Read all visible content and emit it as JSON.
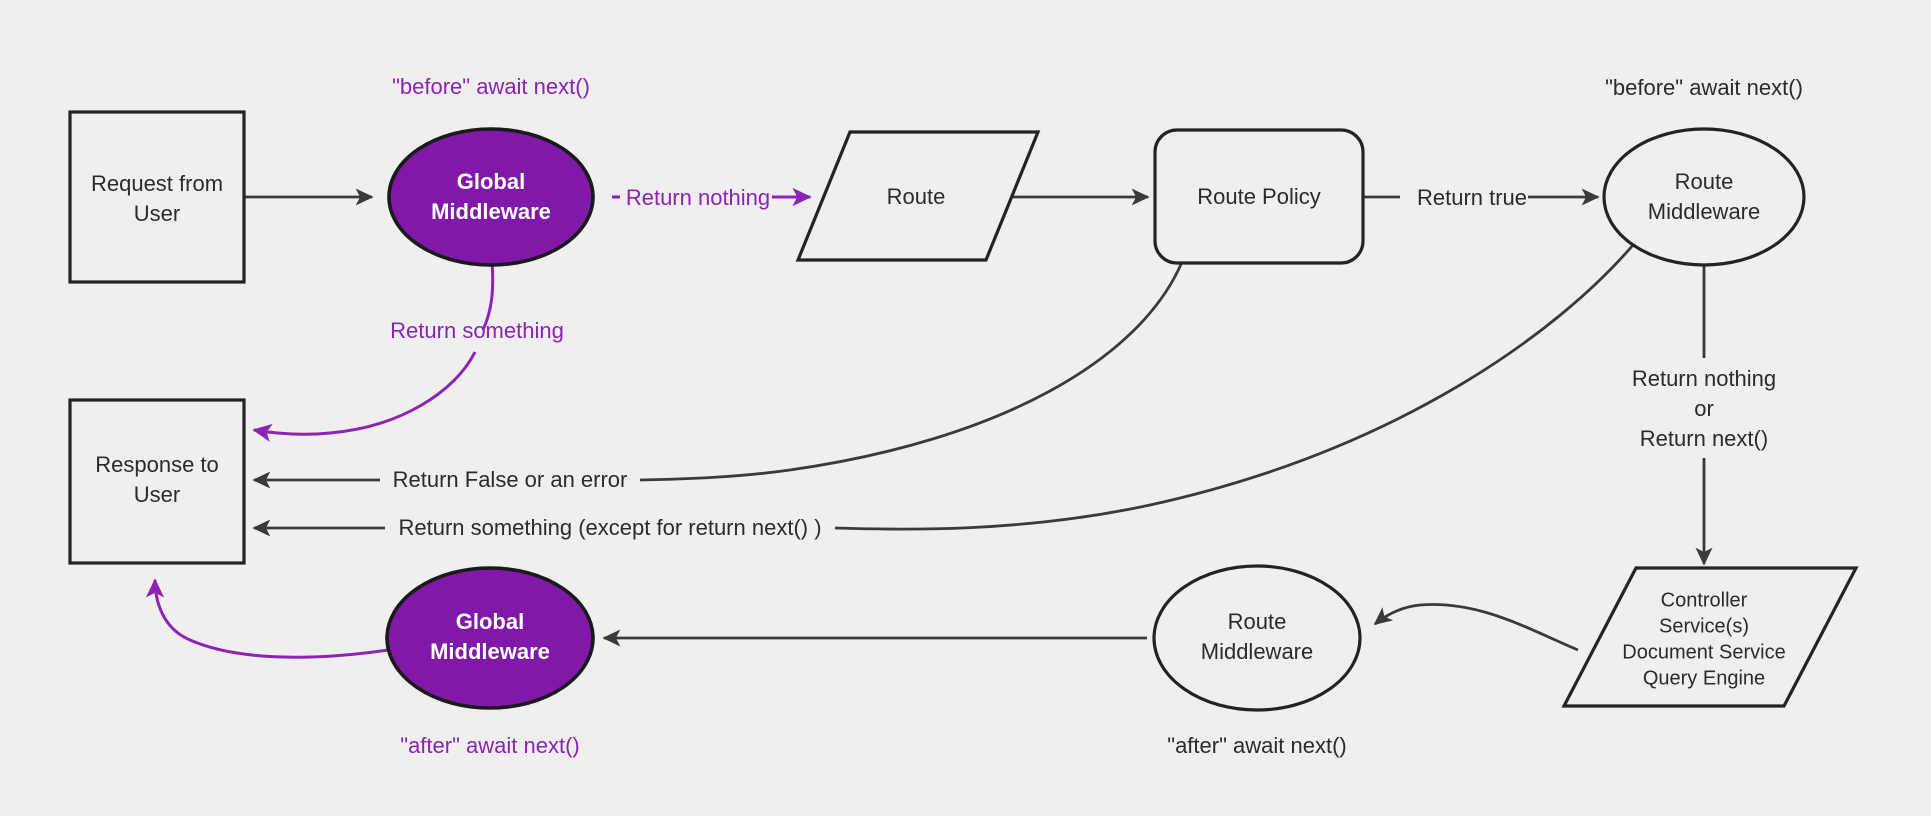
{
  "diagram": {
    "title": "Request lifecycle middleware flow",
    "background_color": "#efefef",
    "accent_purple": "#8019a8",
    "label_purple": "#8d23b3",
    "stroke_color": "#232323",
    "nodes": [
      {
        "id": "request-from-user",
        "shape": "rectangle",
        "lines": [
          "Request from",
          "User"
        ]
      },
      {
        "id": "global-middleware-top",
        "shape": "ellipse",
        "fill": "#8019a8",
        "lines": [
          "Global",
          "Middleware"
        ]
      },
      {
        "id": "route",
        "shape": "parallelogram",
        "lines": [
          "Route"
        ]
      },
      {
        "id": "route-policy",
        "shape": "rounded-rectangle",
        "lines": [
          "Route Policy"
        ]
      },
      {
        "id": "route-middleware-top",
        "shape": "ellipse",
        "lines": [
          "Route",
          "Middleware"
        ]
      },
      {
        "id": "controller-services",
        "shape": "parallelogram",
        "lines": [
          "Controller",
          "Service(s)",
          "Document Service",
          "Query Engine"
        ]
      },
      {
        "id": "route-middleware-bottom",
        "shape": "ellipse",
        "lines": [
          "Route",
          "Middleware"
        ]
      },
      {
        "id": "global-middleware-bottom",
        "shape": "ellipse",
        "fill": "#8019a8",
        "lines": [
          "Global",
          "Middleware"
        ]
      },
      {
        "id": "response-to-user",
        "shape": "rectangle",
        "lines": [
          "Response to",
          "User"
        ]
      }
    ],
    "edges": [
      {
        "id": "request-to-global-mw",
        "label": "",
        "color": "#3a3a3a"
      },
      {
        "id": "global-mw-to-route",
        "label": "Return nothing",
        "color": "#8d23b3"
      },
      {
        "id": "global-mw-to-response",
        "label": "Return something",
        "color": "#8d23b3"
      },
      {
        "id": "route-to-route-policy",
        "label": "",
        "color": "#3a3a3a"
      },
      {
        "id": "route-policy-to-route-mw",
        "label": "Return true",
        "color": "#3a3a3a"
      },
      {
        "id": "route-policy-to-response",
        "label": "Return False or an error",
        "color": "#3a3a3a"
      },
      {
        "id": "route-mw-to-response",
        "label": "Return something (except for return next() )",
        "color": "#3a3a3a"
      },
      {
        "id": "route-mw-to-controller",
        "label": "",
        "color": "#3a3a3a"
      },
      {
        "id": "controller-to-route-mw-bot",
        "label": "",
        "color": "#3a3a3a"
      },
      {
        "id": "route-mw-bot-to-global-mw",
        "label": "",
        "color": "#3a3a3a"
      },
      {
        "id": "global-mw-bot-to-response",
        "label": "",
        "color": "#8d23b3"
      }
    ],
    "annotations": [
      {
        "id": "before-await-next-global",
        "text": "\"before\" await next()",
        "color": "#8d23b3"
      },
      {
        "id": "before-await-next-route",
        "text": "\"before\" await next()",
        "color": "#2b2b2b"
      },
      {
        "id": "after-await-next-global",
        "text": "\"after\" await next()",
        "color": "#8d23b3"
      },
      {
        "id": "after-await-next-route",
        "text": "\"after\" await next()",
        "color": "#2b2b2b"
      },
      {
        "id": "return-nothing-or-next-1",
        "text": "Return nothing",
        "color": "#2b2b2b"
      },
      {
        "id": "return-nothing-or-next-2",
        "text": "or",
        "color": "#2b2b2b"
      },
      {
        "id": "return-nothing-or-next-3",
        "text": "Return next()",
        "color": "#2b2b2b"
      }
    ]
  }
}
